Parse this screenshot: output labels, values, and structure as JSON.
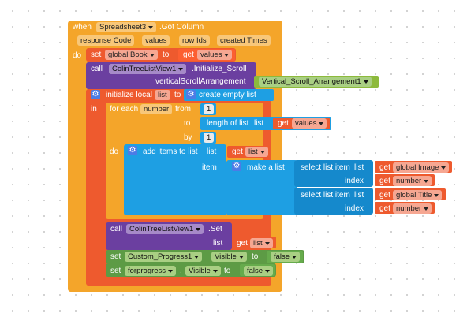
{
  "event": {
    "when": "when",
    "component": "Spreadsheet3",
    "event_name": ".Got Column",
    "params": [
      "response Code",
      "values",
      "row Ids",
      "created Times"
    ],
    "do": "do"
  },
  "set_book": {
    "set": "set",
    "var": "global Book",
    "to": "to",
    "get": "get",
    "get_var": "values"
  },
  "init_scroll": {
    "call": "call",
    "component": "ColinTreeListView1",
    "method": ".Initialize_Scroll",
    "param": "verticalScrollArrangement",
    "arg": "Vertical_Scroll_Arrangement1"
  },
  "init_local": {
    "label": "initialize local",
    "name": "list",
    "to": "to",
    "create": "create empty list",
    "in": "in"
  },
  "for_each": {
    "for_each": "for each",
    "var": "number",
    "from": "from",
    "from_val": "1",
    "to": "to",
    "length": "length of list",
    "list": "list",
    "get": "get",
    "get_var": "values",
    "by": "by",
    "by_val": "1",
    "do": "do"
  },
  "add_items": {
    "label": "add items to list",
    "list": "list",
    "get": "get",
    "get_var": "list",
    "item": "item",
    "make_list": "make a list",
    "select1": "select list item",
    "list1": "list",
    "get1": "get",
    "var1": "global Image",
    "index1": "index",
    "iget1": "get",
    "ivar1": "number",
    "select2": "select list item",
    "list2": "list",
    "get2": "get",
    "var2": "global Title",
    "index2": "index",
    "iget2": "get",
    "ivar2": "number"
  },
  "call_set": {
    "call": "call",
    "component": "ColinTreeListView1",
    "method": ".Set",
    "list": "list",
    "get": "get",
    "get_var": "list"
  },
  "set_progress": {
    "set": "set",
    "component": "Custom_Progress1",
    "prop": "Visible",
    "to": "to",
    "value": "false"
  },
  "set_forprogress": {
    "set": "set",
    "component": "forprogress",
    "dot": ".",
    "prop": "Visible",
    "to": "to",
    "value": "false"
  },
  "colors": {
    "event": "#f4a52a",
    "variable": "#ee5a2e",
    "component": "#6b3fa0",
    "list": "#1e9fe3",
    "math": "#1e9fe3",
    "logic": "#5d9b45",
    "canvas_dots": "#c8c8c8"
  }
}
